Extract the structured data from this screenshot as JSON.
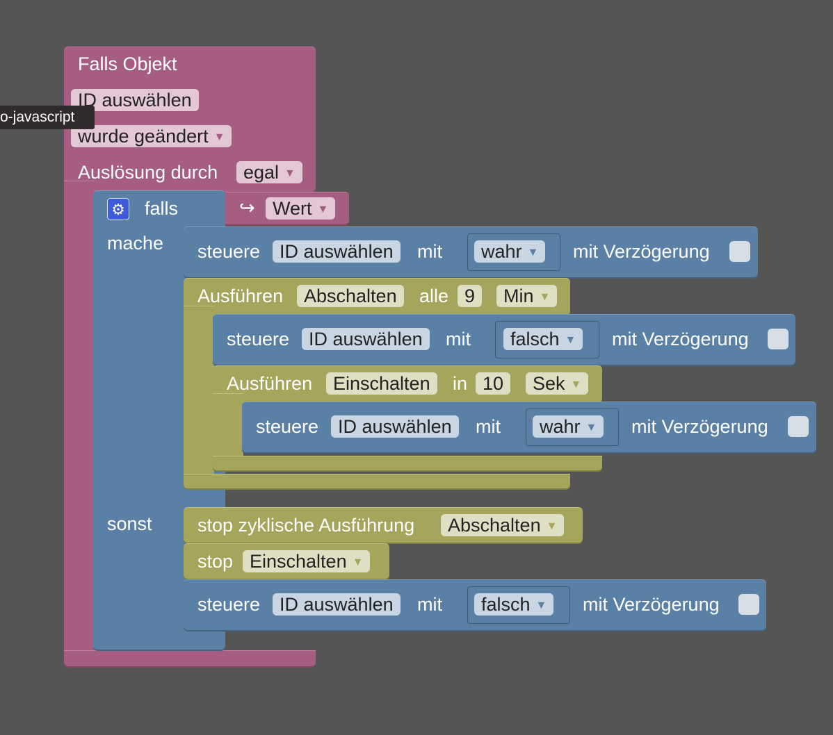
{
  "trigger": {
    "title": "Falls Objekt",
    "object_id": "ID auswählen",
    "condition": "wurde geändert",
    "trigger_label": "Auslösung durch",
    "trigger_value": "egal"
  },
  "tooltip": "o-javascript",
  "if_block": {
    "if_label": "falls",
    "do_label": "mache",
    "else_label": "sonst",
    "condition_arrow": "↪",
    "condition_value": "Wert"
  },
  "control_1": {
    "label": "steuere",
    "id": "ID auswählen",
    "with": "mit",
    "value": "wahr",
    "delay_label": "mit Verzögerung"
  },
  "interval_block": {
    "label": "Ausführen",
    "name": "Abschalten",
    "every": "alle",
    "value": "9",
    "unit": "Min"
  },
  "control_2": {
    "label": "steuere",
    "id": "ID auswählen",
    "with": "mit",
    "value": "falsch",
    "delay_label": "mit Verzögerung"
  },
  "timeout_block": {
    "label": "Ausführen",
    "name": "Einschalten",
    "in": "in",
    "value": "10",
    "unit": "Sek"
  },
  "control_3": {
    "label": "steuere",
    "id": "ID auswählen",
    "with": "mit",
    "value": "wahr",
    "delay_label": "mit Verzögerung"
  },
  "stop_interval": {
    "label": "stop zyklische Ausführung",
    "name": "Abschalten"
  },
  "stop_timeout": {
    "label": "stop",
    "name": "Einschalten"
  },
  "control_4": {
    "label": "steuere",
    "id": "ID auswählen",
    "with": "mit",
    "value": "falsch",
    "delay_label": "mit Verzögerung"
  },
  "colors": {
    "background": "#555555",
    "event_pink": "#a65d82",
    "logic_blue": "#5b80a5",
    "timer_green": "#a5a55c"
  }
}
